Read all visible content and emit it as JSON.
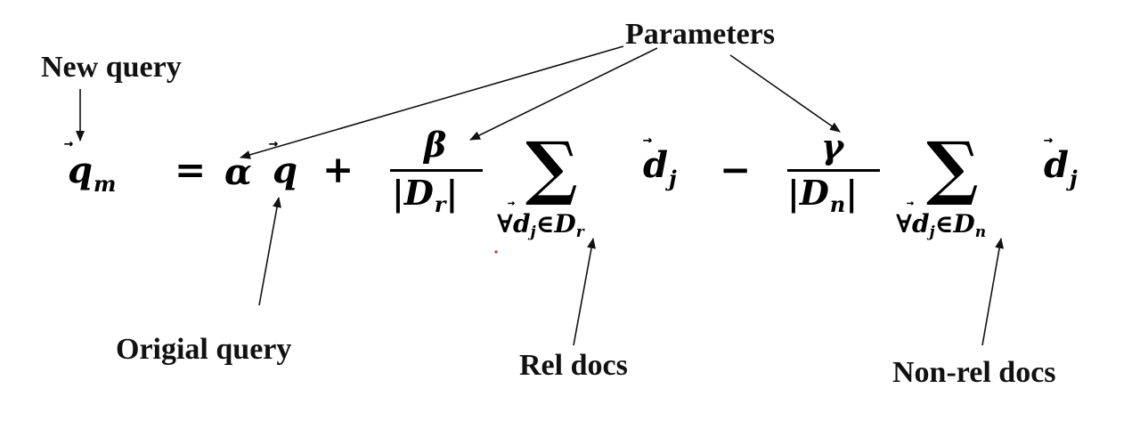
{
  "labels": {
    "new_query": "New query",
    "parameters": "Parameters",
    "original_query": "Origial query",
    "rel_docs": "Rel docs",
    "nonrel_docs": "Non-rel docs"
  },
  "formula": {
    "lhs_var": "q",
    "lhs_sub": "m",
    "equals": "=",
    "alpha": "α",
    "q": "q",
    "plus": "+",
    "beta": "β",
    "denom_rel": "|D",
    "denom_rel_sub": "r",
    "denom_close": "|",
    "sigma": "∑",
    "forall": "∀",
    "in": "∈",
    "D": "D",
    "sub_r": "r",
    "sub_n": "n",
    "d": "d",
    "d_sub": "j",
    "minus": "−",
    "gamma": "γ",
    "denom_non": "|D",
    "denom_non_sub": "n",
    "vec_arrow": "⃗"
  },
  "colors": {
    "ink": "#000000",
    "arrow": "#111111",
    "background": "#ffffff",
    "speck": "#c0392b"
  }
}
